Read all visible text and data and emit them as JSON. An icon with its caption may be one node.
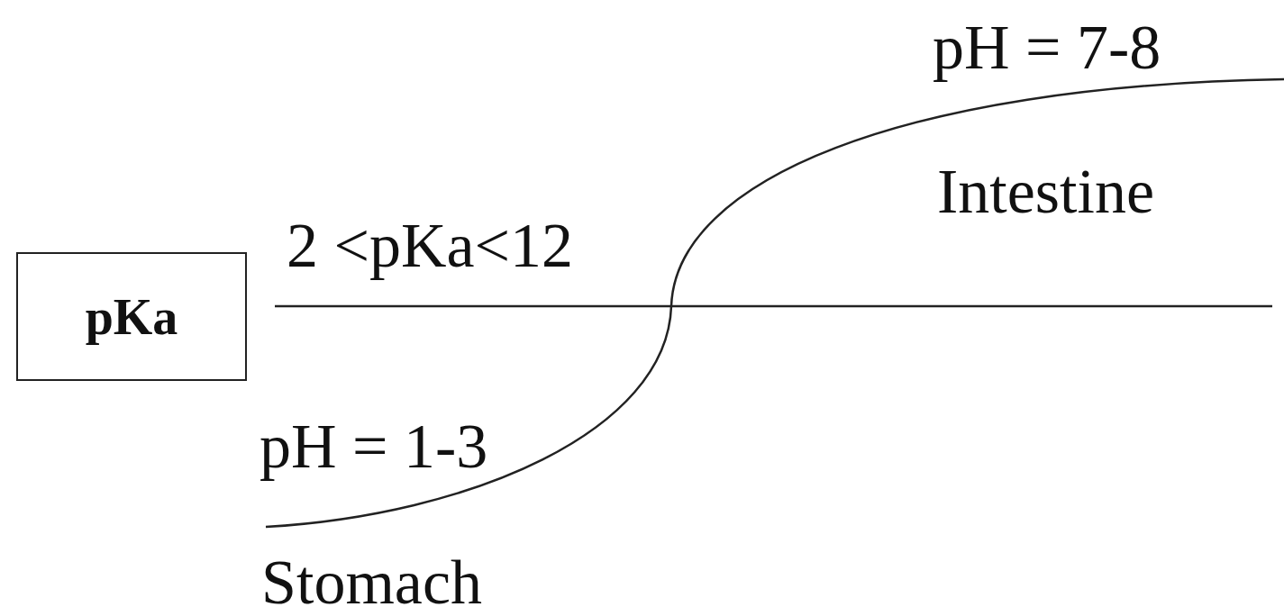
{
  "diagram": {
    "nodes": [
      {
        "text": [
          "pKa"
        ]
      }
    ],
    "labels": [
      "pH = 7-8",
      "Intestine",
      "2 <pKa<12",
      "pH = 1-3",
      "Stomach"
    ]
  }
}
